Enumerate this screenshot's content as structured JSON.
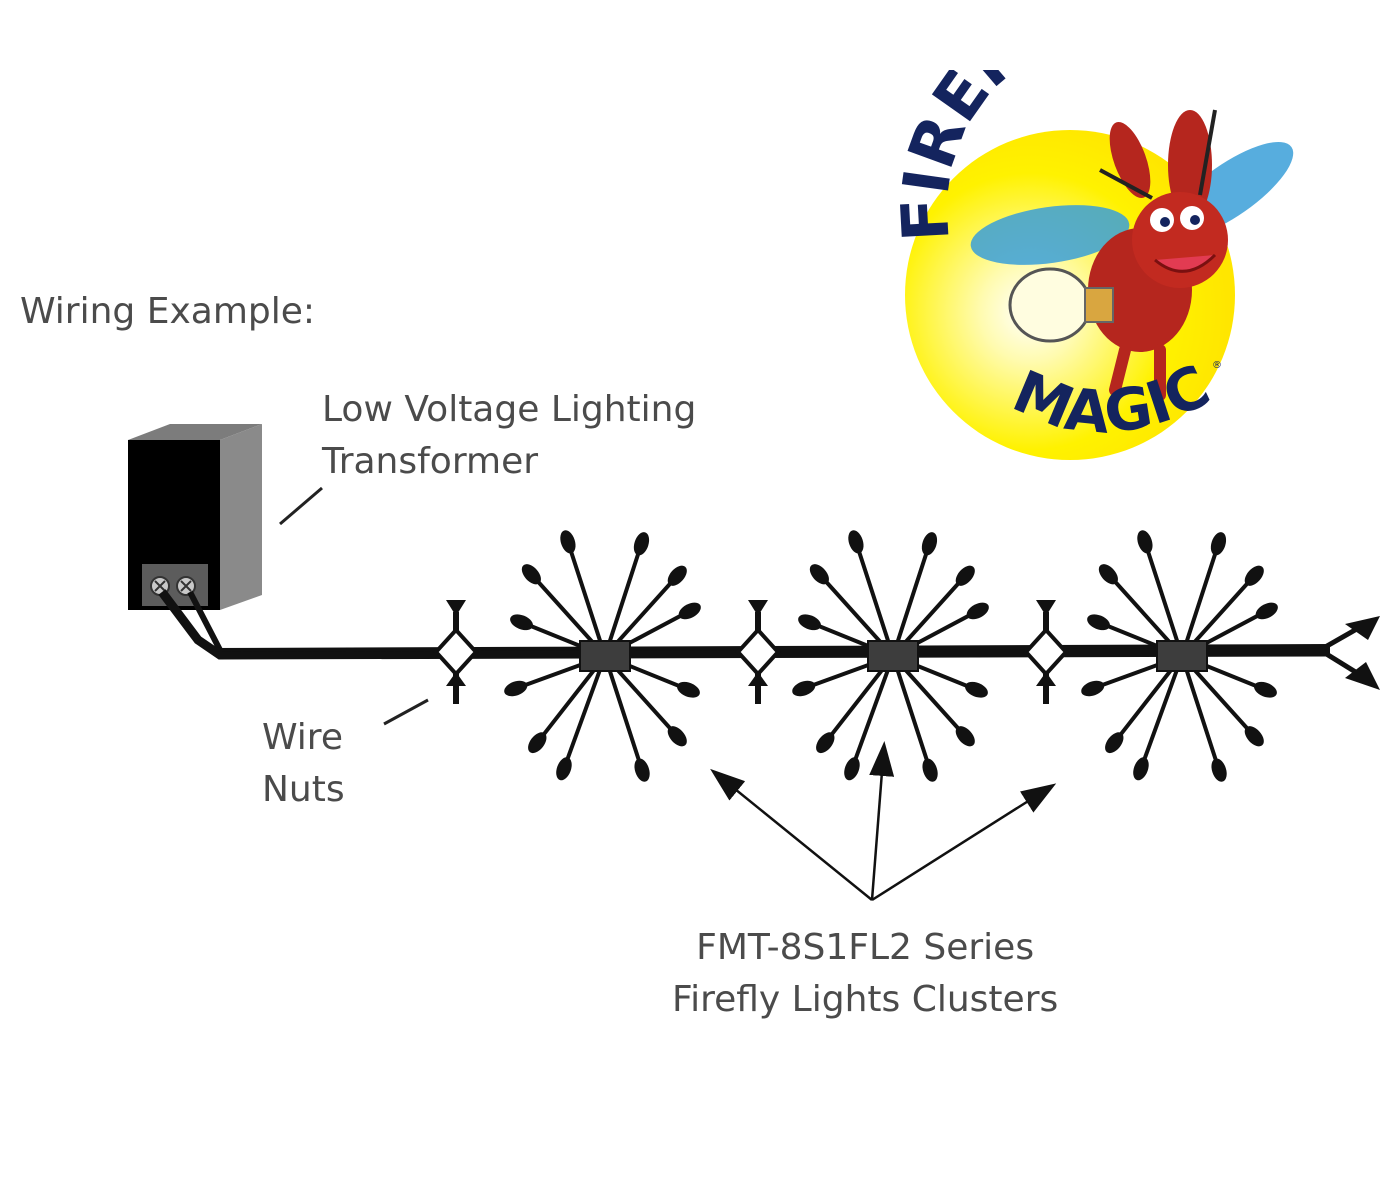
{
  "title": "Wiring Example:",
  "transformer_label": [
    "Low Voltage Lighting",
    "Transformer"
  ],
  "wire_nut_label": [
    "Wire",
    "Nuts"
  ],
  "series_label": [
    "FMT-8S1FL2 Series",
    "Firefly Lights Clusters"
  ],
  "logo": {
    "word_top": "FIREFLY",
    "word_bottom": "MAGIC",
    "mark": "®"
  },
  "colors": {
    "wire": "#111111",
    "text": "#4b4b4b",
    "logo_navy": "#14245e",
    "glow": "#fff200",
    "wing": "#3a9fd8",
    "body": "#b5261e"
  }
}
